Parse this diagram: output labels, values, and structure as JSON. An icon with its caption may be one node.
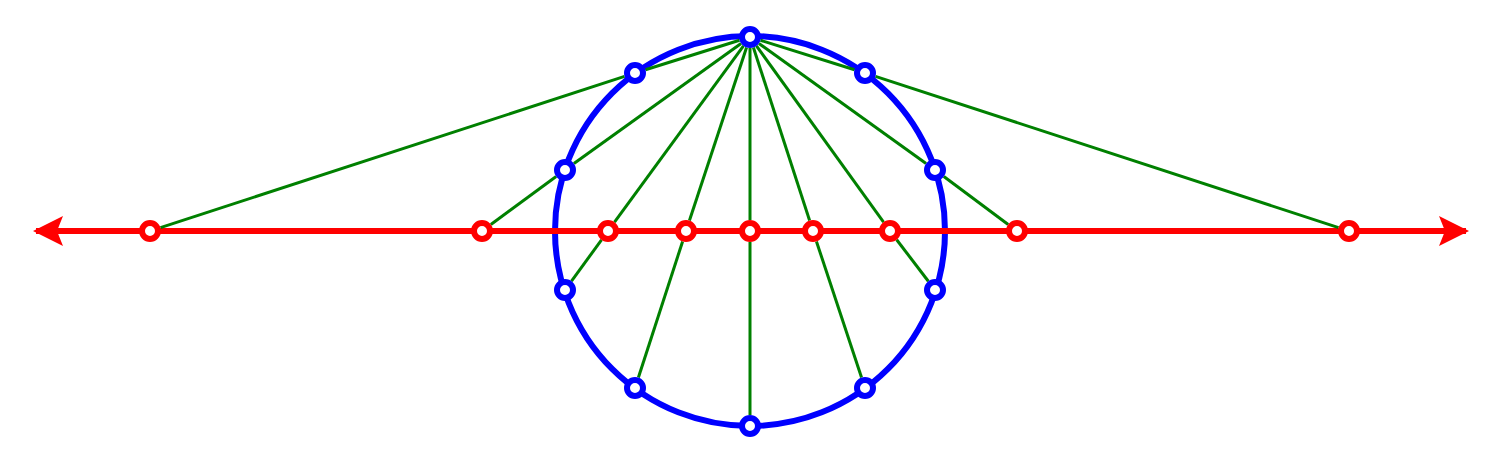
{
  "diagram": {
    "nodes": [
      {
        "text": [],
        "shape": "circle"
      },
      {
        "text": [],
        "shape": "circle"
      },
      {
        "text": [],
        "shape": "circle"
      },
      {
        "text": [],
        "shape": "circle"
      },
      {
        "text": [],
        "shape": "circle"
      },
      {
        "text": [],
        "shape": "circle"
      },
      {
        "text": [],
        "shape": "circle"
      },
      {
        "text": [],
        "shape": "circle"
      },
      {
        "text": [],
        "shape": "circle"
      },
      {
        "text": [],
        "shape": "circle"
      },
      {
        "text": [],
        "shape": "circle"
      },
      {
        "text": [],
        "shape": "circle"
      },
      {
        "text": [],
        "shape": "circle"
      },
      {
        "text": [],
        "shape": "circle"
      },
      {
        "text": [],
        "shape": "circle"
      },
      {
        "text": [],
        "shape": "circle"
      },
      {
        "text": [],
        "shape": "circle"
      },
      {
        "text": [],
        "shape": "circle"
      },
      {
        "text": [],
        "shape": "circle"
      }
    ],
    "edges": [
      {
        "from": 0,
        "to": 1,
        "arrow": "none"
      },
      {
        "from": 1,
        "to": 10,
        "arrow": "none"
      },
      {
        "from": 0,
        "to": 3,
        "arrow": "none"
      },
      {
        "from": 3,
        "to": 11,
        "arrow": "none"
      },
      {
        "from": 0,
        "to": 12,
        "arrow": "none"
      },
      {
        "from": 12,
        "to": 5,
        "arrow": "none"
      },
      {
        "from": 0,
        "to": 13,
        "arrow": "none"
      },
      {
        "from": 13,
        "to": 7,
        "arrow": "none"
      },
      {
        "from": 0,
        "to": 14,
        "arrow": "none"
      },
      {
        "from": 14,
        "to": 9,
        "arrow": "none"
      },
      {
        "from": 0,
        "to": 15,
        "arrow": "none"
      },
      {
        "from": 15,
        "to": 8,
        "arrow": "none"
      },
      {
        "from": 0,
        "to": 16,
        "arrow": "none"
      },
      {
        "from": 16,
        "to": 6,
        "arrow": "none"
      },
      {
        "from": 0,
        "to": 4,
        "arrow": "none"
      },
      {
        "from": 4,
        "to": 17,
        "arrow": "none"
      },
      {
        "from": 0,
        "to": 2,
        "arrow": "none"
      },
      {
        "from": 2,
        "to": 18,
        "arrow": "none"
      }
    ]
  }
}
